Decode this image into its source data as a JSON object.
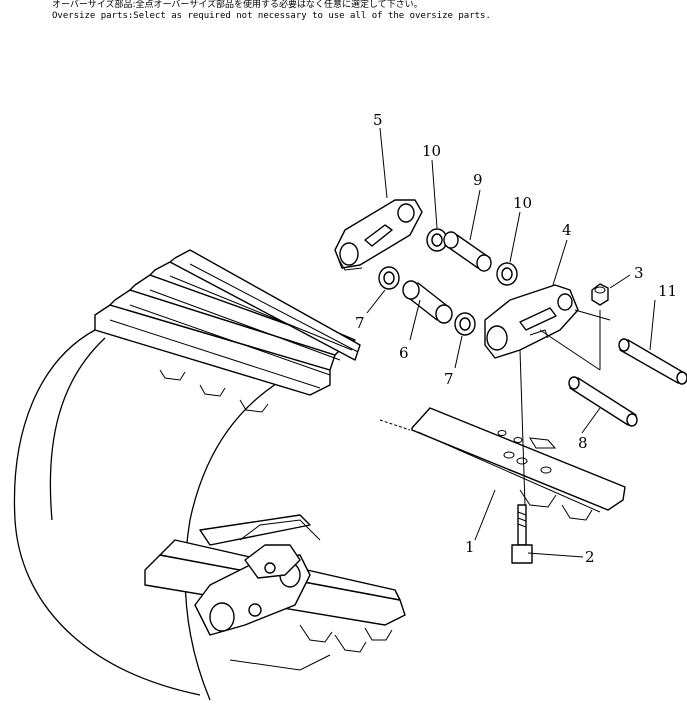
{
  "notes": {
    "jp": "オーバーサイズ部品:全点オーバーサイズ部品を使用する必要はなく任意に選定して下さい。",
    "en": "Oversize parts:Select as required not necessary to use all of the oversize parts."
  },
  "callouts": [
    {
      "id": "1",
      "label": "1"
    },
    {
      "id": "2",
      "label": "2"
    },
    {
      "id": "3",
      "label": "3"
    },
    {
      "id": "4",
      "label": "4"
    },
    {
      "id": "5",
      "label": "5"
    },
    {
      "id": "6",
      "label": "6"
    },
    {
      "id": "7a",
      "label": "7"
    },
    {
      "id": "7b",
      "label": "7"
    },
    {
      "id": "8",
      "label": "8"
    },
    {
      "id": "9",
      "label": "9"
    },
    {
      "id": "10a",
      "label": "10"
    },
    {
      "id": "10b",
      "label": "10"
    },
    {
      "id": "11",
      "label": "11"
    }
  ]
}
